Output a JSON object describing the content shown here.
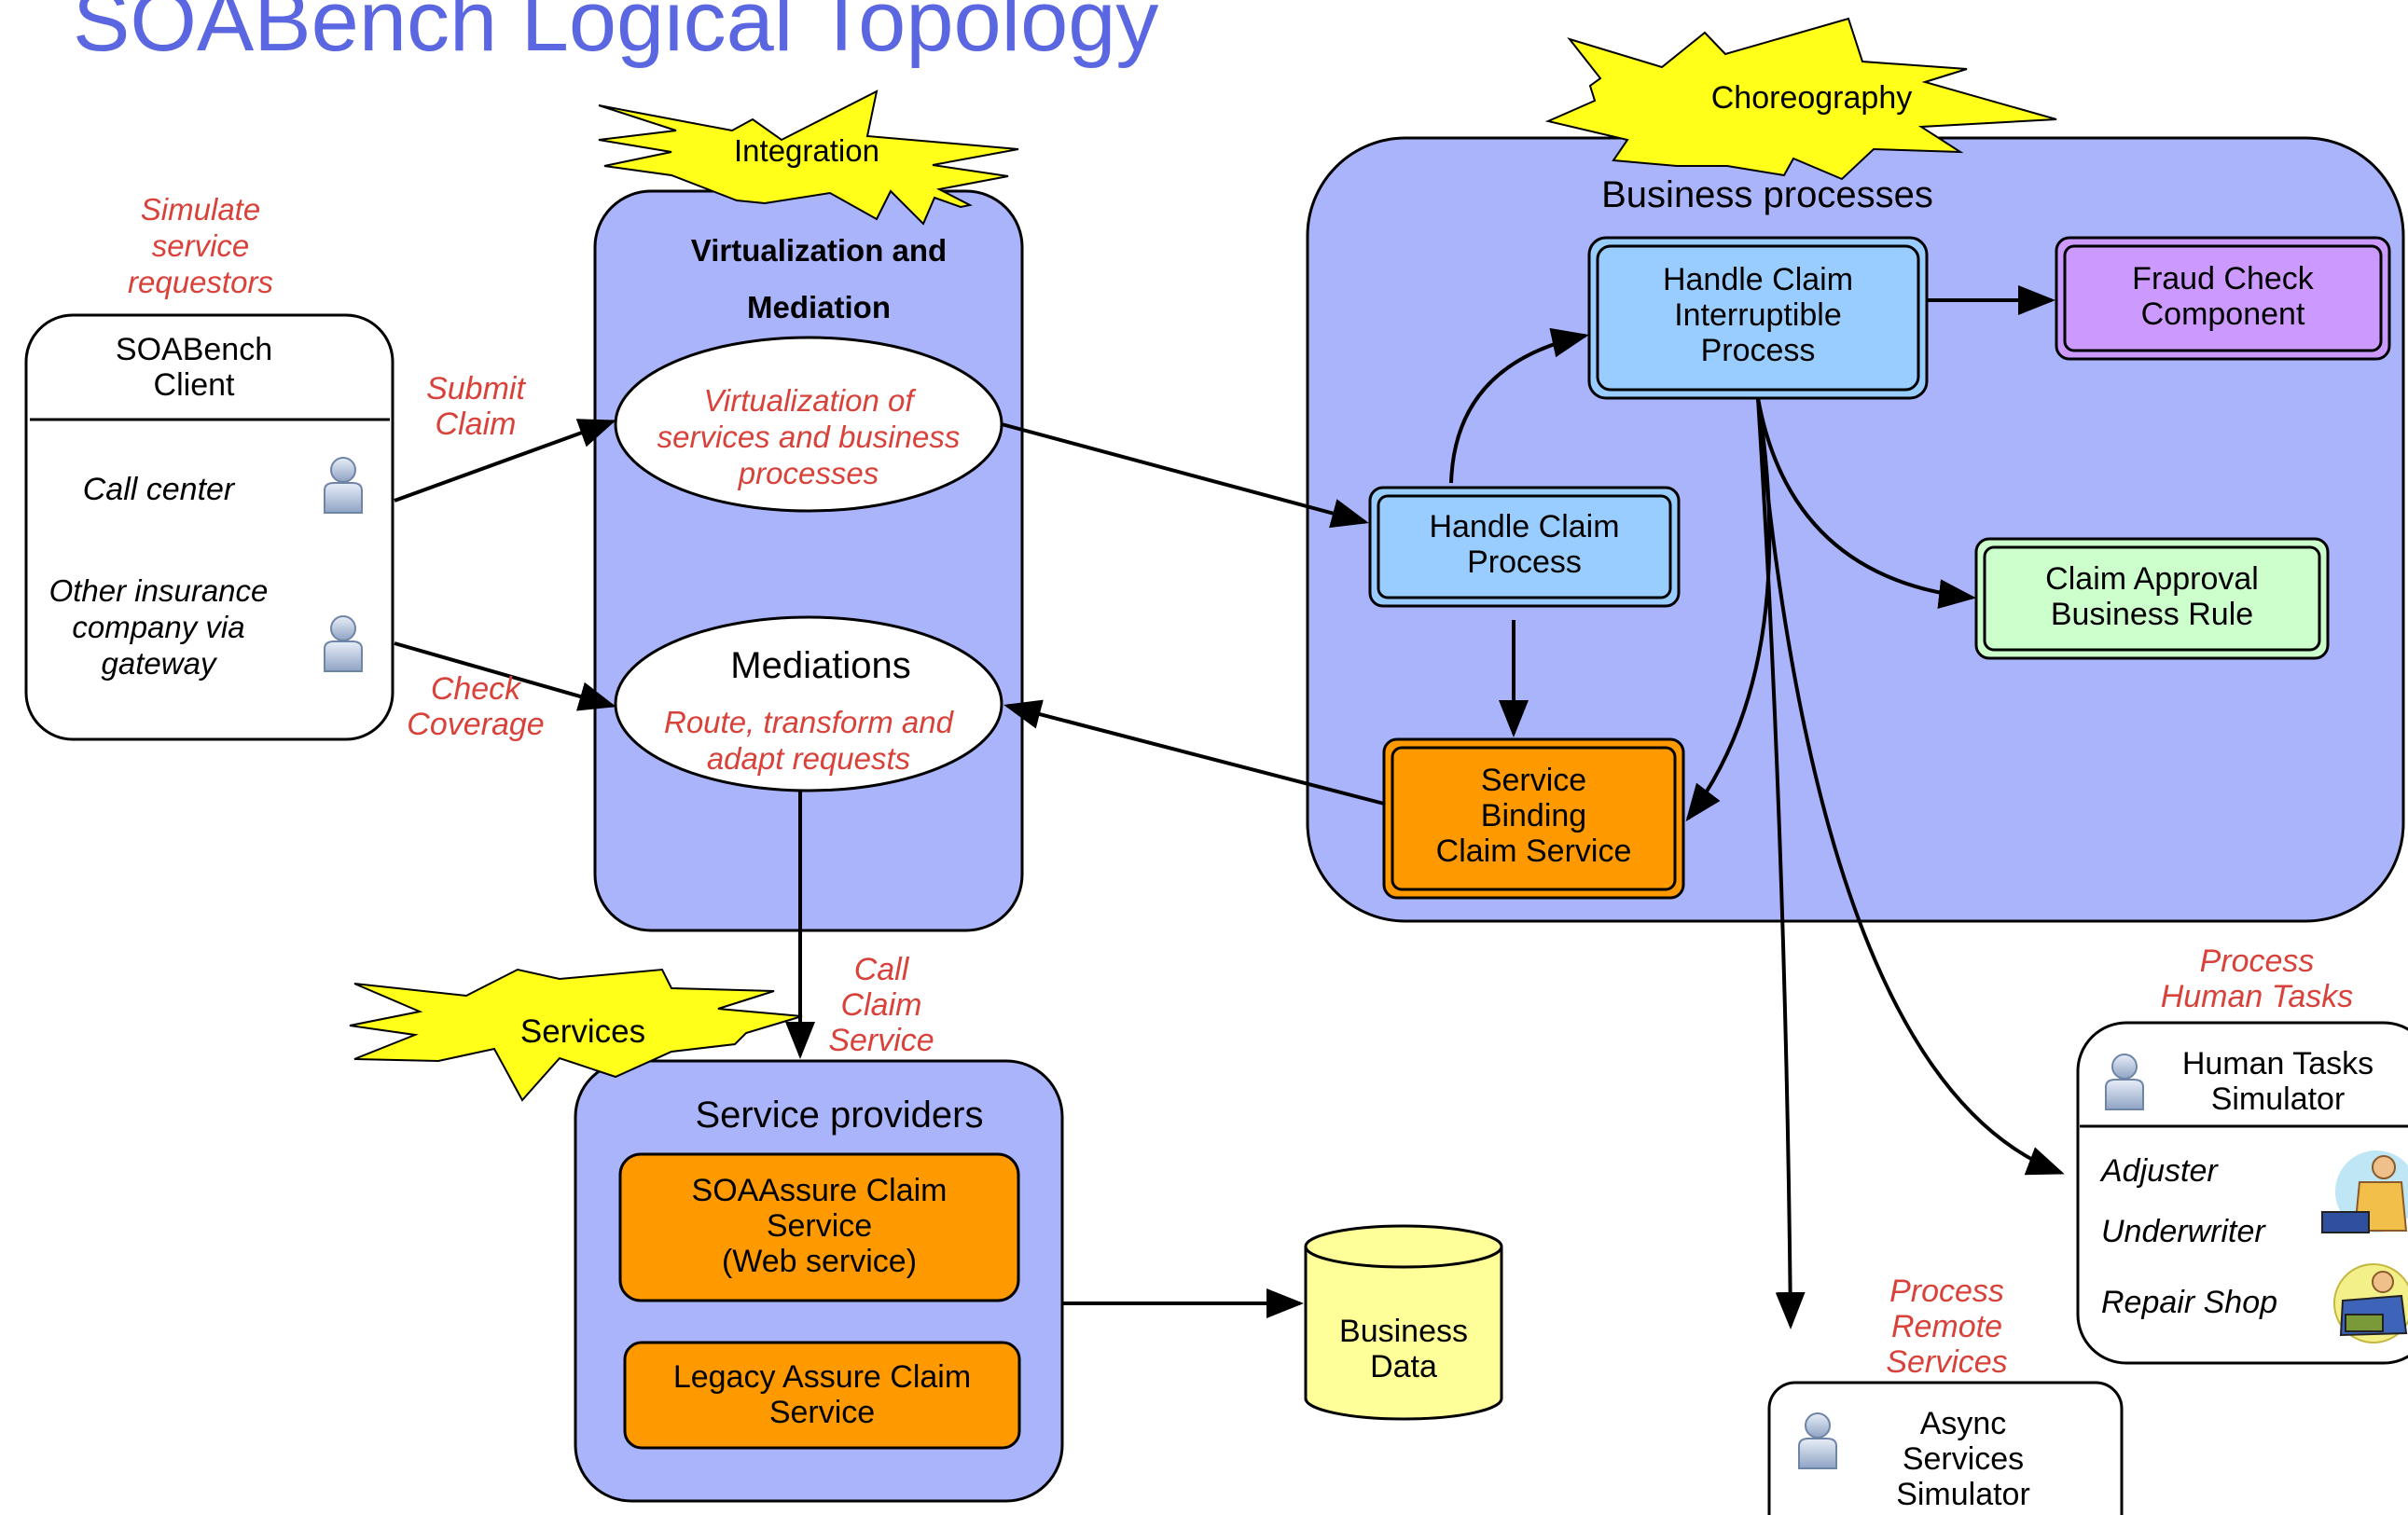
{
  "title": "SOABench Logical Topology",
  "colors": {
    "title": "#5b67e0",
    "container": "#a9b4fb",
    "annotation": "#d8423a",
    "starburst": "#ffff1a",
    "hcip": "#99ccff",
    "hcp": "#99ccff",
    "fraud": "#cc99ff",
    "approval": "#ccffcc",
    "orange": "#ff9900",
    "database": "#ffff99"
  },
  "stars": {
    "integration": "Integration",
    "choreography": "Choreography",
    "services": "Services"
  },
  "client": {
    "annotation": [
      "Simulate",
      "service",
      "requestors"
    ],
    "title": [
      "SOABench",
      "Client"
    ],
    "call_center": "Call center",
    "other": [
      "Other insurance",
      "company via",
      "gateway"
    ]
  },
  "labels": {
    "submit": [
      "Submit",
      "Claim"
    ],
    "check": [
      "Check",
      "Coverage"
    ],
    "call": [
      "Call",
      "Claim",
      "Service"
    ]
  },
  "virtualization": {
    "title": [
      "Virtualization and",
      "Mediation"
    ],
    "oval1": [
      "Virtualization of",
      "services and business",
      "processes"
    ],
    "oval2_title": "Mediations",
    "oval2_sub": [
      "Route, transform and",
      "adapt requests"
    ]
  },
  "business": {
    "title": "Business processes",
    "hcip": [
      "Handle Claim",
      "Interruptible",
      "Process"
    ],
    "fraud": [
      "Fraud Check",
      "Component"
    ],
    "hcp": [
      "Handle Claim",
      "Process"
    ],
    "approval": [
      "Claim Approval",
      "Business Rule"
    ],
    "binding": [
      "Service",
      "Binding",
      "Claim Service"
    ]
  },
  "providers": {
    "title": "Service providers",
    "soa": [
      "SOAAssure Claim",
      "Service",
      "(Web service)"
    ],
    "legacy": [
      "Legacy Assure Claim",
      "Service"
    ]
  },
  "db": [
    "Business",
    "Data"
  ],
  "human": {
    "annotation": [
      "Process",
      "Human Tasks"
    ],
    "title": [
      "Human Tasks",
      "Simulator"
    ],
    "items": [
      "Adjuster",
      "Underwriter",
      "Repair Shop"
    ]
  },
  "async": {
    "annotation": [
      "Process",
      "Remote",
      "Services"
    ],
    "title": [
      "Async",
      "Services",
      "Simulator"
    ]
  }
}
